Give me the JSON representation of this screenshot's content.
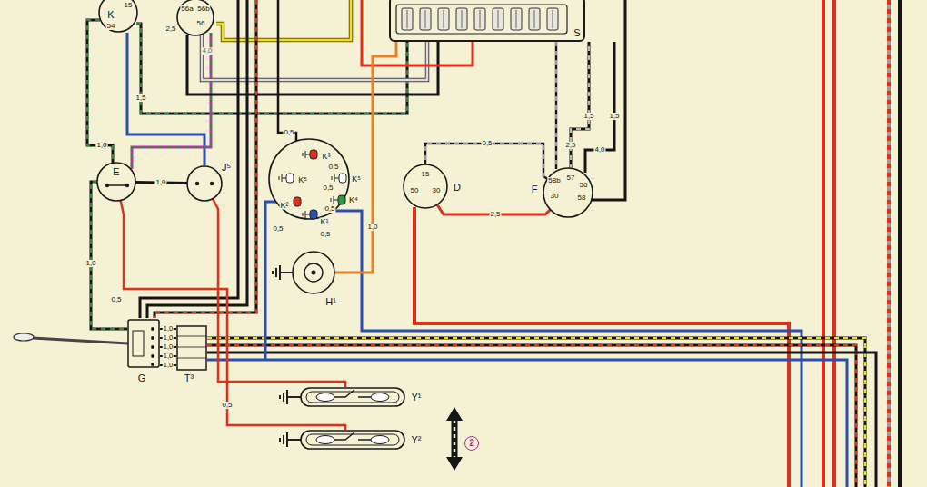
{
  "diagram": {
    "nodes": [
      {
        "text": [
          "K",
          "15",
          "54"
        ]
      },
      {
        "text": [
          "56a",
          "56b",
          "56"
        ]
      },
      {
        "text": [
          "S"
        ]
      },
      {
        "text": [
          "E"
        ]
      },
      {
        "text": [
          "J⁵"
        ]
      },
      {
        "text": [
          "K³",
          "K⁵",
          "K⁵",
          "K²",
          "K⁴",
          "K¹",
          "0,5",
          "0,5",
          "0,5"
        ]
      },
      {
        "text": [
          "H¹"
        ]
      },
      {
        "text": [
          "D",
          "15",
          "50",
          "30"
        ]
      },
      {
        "text": [
          "F",
          "58b",
          "57",
          "30",
          "56",
          "58"
        ]
      },
      {
        "text": [
          "G"
        ]
      },
      {
        "text": [
          "T³"
        ]
      },
      {
        "text": [
          "Y¹"
        ]
      },
      {
        "text": [
          "Y²"
        ]
      }
    ],
    "edges": [
      {
        "from": 3,
        "to": 4,
        "label": "1,0",
        "arrow": "none"
      },
      {
        "from": 3,
        "to": 9,
        "label": "1,0",
        "arrow": "none"
      },
      {
        "from": 4,
        "to": 11,
        "arrow": "none"
      },
      {
        "from": 3,
        "to": 12,
        "label": "0,5",
        "arrow": "none"
      },
      {
        "from": 7,
        "to": 8,
        "label": "2,5",
        "arrow": "none"
      },
      {
        "from": 7,
        "to": 8,
        "label": "0,5",
        "arrow": "none"
      },
      {
        "from": 6,
        "to": 2,
        "label": "1,0",
        "arrow": "none"
      }
    ],
    "labels": [
      "2,5",
      "4,0",
      "1,5",
      "1,0",
      "0,5",
      "0,5",
      "0,5",
      "1,5",
      "1,5",
      "2,5",
      "4,0",
      "1,0",
      "1,0",
      "1,0",
      "1,0",
      "1,0",
      "0,5",
      "2"
    ]
  }
}
